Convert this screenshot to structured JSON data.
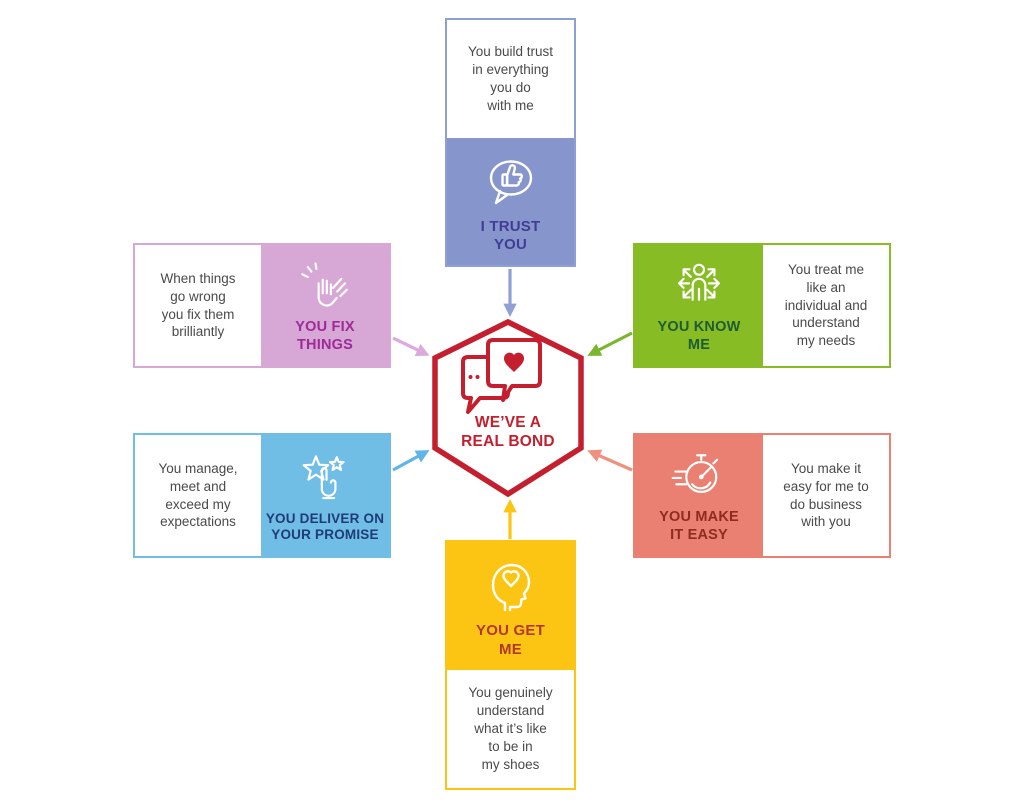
{
  "center": {
    "label": "WE’VE A\nREAL BOND",
    "icon": "chat-bubbles-heart-icon",
    "color": "#c41f2e"
  },
  "nodes": {
    "trust": {
      "label": "I TRUST\nYOU",
      "description": "You build trust\nin everything\nyou do\nwith me",
      "color": "#8696cc",
      "label_color": "#433c94",
      "icon": "thumbs-up-speech-bubble-icon"
    },
    "fix": {
      "label": "YOU FIX\nTHINGS",
      "description": "When things\ngo wrong\nyou fix them\nbrilliantly",
      "color": "#d7a7d6",
      "label_color": "#9e2a97",
      "icon": "high-five-hands-icon"
    },
    "know": {
      "label": "YOU KNOW\nME",
      "description": "You treat me\nlike an\nindividual and\nunderstand\nmy needs",
      "color": "#87bc25",
      "label_color": "#1e5c34",
      "icon": "person-radiating-arrows-icon"
    },
    "deliver": {
      "label": "YOU DELIVER ON\nYOUR PROMISE",
      "description": "You manage,\nmeet and\nexceed my\nexpectations",
      "color": "#70bde6",
      "label_color": "#1e3c78",
      "icon": "stars-click-hand-icon"
    },
    "easy": {
      "label": "YOU MAKE\nIT EASY",
      "description": "You make it\neasy for me to\ndo business\nwith you",
      "color": "#e98071",
      "label_color": "#8e2c20",
      "icon": "speeding-stopwatch-icon"
    },
    "get": {
      "label": "YOU GET\nME",
      "description": "You genuinely\nunderstand\nwhat it’s like\nto be in\nmy shoes",
      "color": "#fdc513",
      "label_color": "#b2382b",
      "icon": "head-with-heart-icon"
    }
  }
}
